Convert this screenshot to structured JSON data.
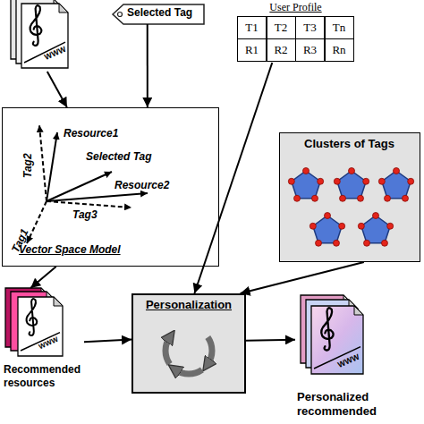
{
  "diagram": {
    "nodes": [
      {
        "text": [
          "WWW"
        ]
      },
      {
        "text": [
          "Selected Tag"
        ]
      },
      {
        "text": [
          "User Profile",
          "T1",
          "T2",
          "T3",
          "Tn",
          "R1",
          "R2",
          "R3",
          "Rn"
        ]
      },
      {
        "text": [
          "Resource1",
          "Tag2",
          "Selected Tag",
          "Resource2",
          "Tag3",
          "Tag1",
          "Vector Space Model"
        ]
      },
      {
        "text": [
          "Clusters of Tags"
        ]
      },
      {
        "text": [
          "WWW",
          "Recommended resources"
        ]
      },
      {
        "text": [
          "Personalization"
        ]
      },
      {
        "text": [
          "WWW",
          "Personalized recommended"
        ]
      }
    ],
    "edges": [
      {
        "from": 0,
        "to": 3,
        "arrow": "to"
      },
      {
        "from": 1,
        "to": 3,
        "arrow": "to"
      },
      {
        "from": 3,
        "to": 5,
        "arrow": "to"
      },
      {
        "from": 2,
        "to": 6,
        "arrow": "to"
      },
      {
        "from": 4,
        "to": 6,
        "arrow": "to"
      },
      {
        "from": 5,
        "to": 6,
        "arrow": "to"
      },
      {
        "from": 6,
        "to": 7,
        "arrow": "to"
      }
    ]
  }
}
